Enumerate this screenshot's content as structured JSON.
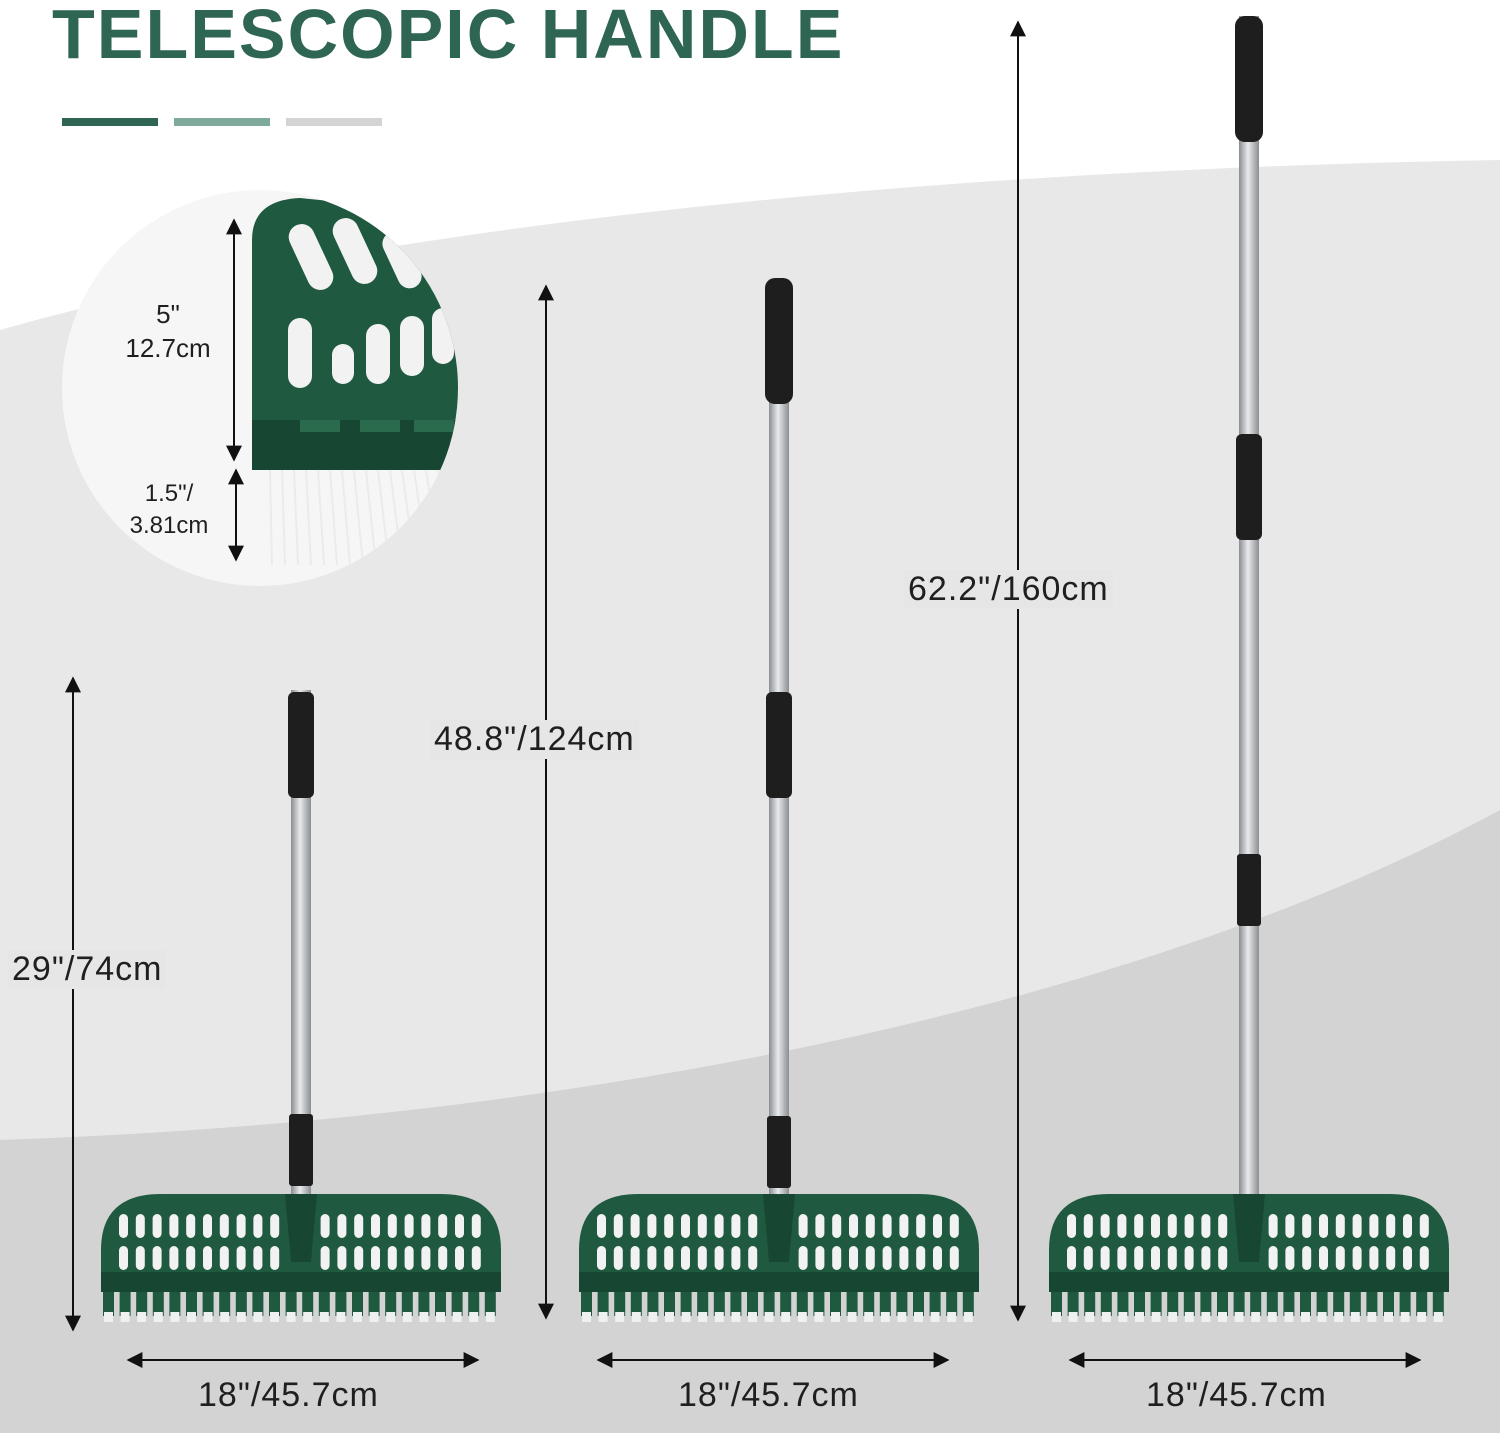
{
  "title": "TELESCOPIC HANDLE",
  "accent_bars": [
    "#2f6553",
    "#7fa99a",
    "#d4d4d4"
  ],
  "colors": {
    "rake_green": "#1f5a40",
    "rake_green_dark": "#174733",
    "pole_silver": "#b9bcc0",
    "grip_black": "#1e1e1e",
    "background_grey": "#e6e6e6",
    "floor_grey": "#d3d3d3"
  },
  "detail": {
    "head_height": "5\"",
    "head_height_cm": "12.7cm",
    "bristle_length": "1.5\"/",
    "bristle_length_cm": "3.81cm"
  },
  "heights": {
    "short": "29\"/74cm",
    "medium": "48.8\"/124cm",
    "long": "62.2\"/160cm"
  },
  "widths": {
    "short": "18\"/45.7cm",
    "medium": "18\"/45.7cm",
    "long": "18\"/45.7cm"
  }
}
